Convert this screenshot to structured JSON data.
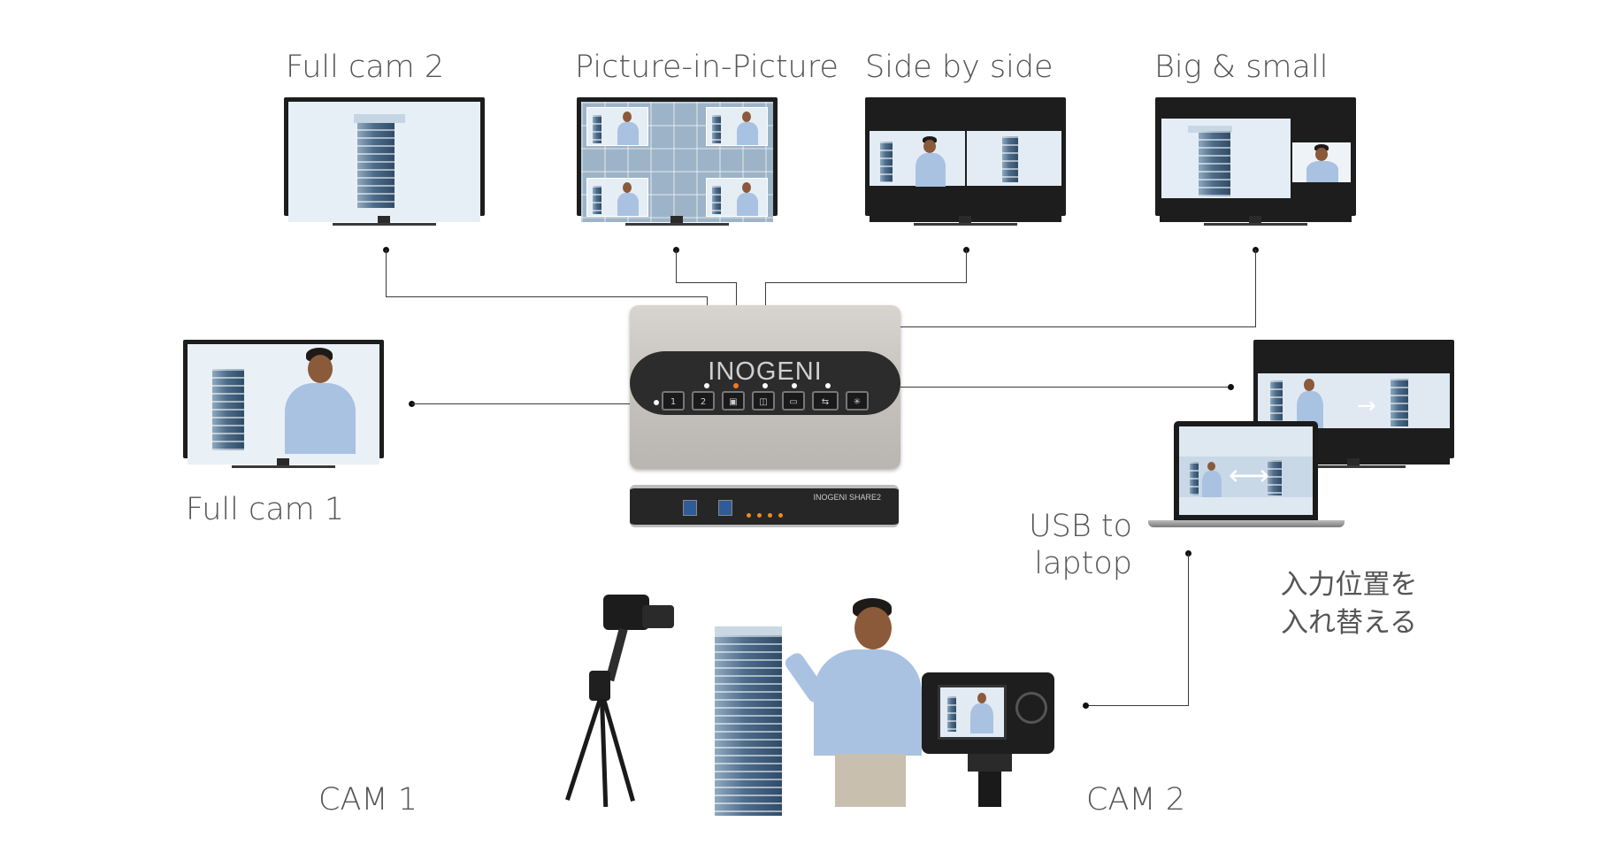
{
  "labels": {
    "full_cam_2": "Full cam 2",
    "pip": "Picture-in-Picture",
    "side_by_side": "Side by side",
    "big_small": "Big & small",
    "full_cam_1": "Full cam 1",
    "usb_line1": "USB to",
    "usb_line2": "laptop",
    "swap_line1": "入力位置を",
    "swap_line2": "入れ替える",
    "cam1": "CAM 1",
    "cam2": "CAM 2"
  },
  "device": {
    "logo": "INOGENI",
    "buttons": [
      "1",
      "2",
      "▣",
      "◫",
      "▭",
      "⇆",
      "✳"
    ],
    "rear_brand": "INOGENI SHARE2"
  }
}
